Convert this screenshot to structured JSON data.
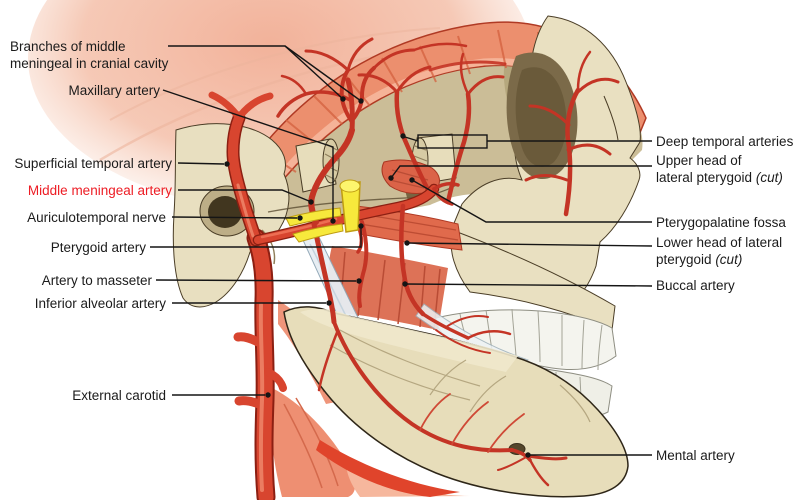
{
  "figure": {
    "type": "anatomical-diagram",
    "subject_labels_count": 15
  },
  "labels": {
    "branches_of_middle_meningeal": {
      "line1": "Branches of middle",
      "line2": "meningeal in cranial cavity"
    },
    "maxillary_artery": {
      "text": "Maxillary artery"
    },
    "superficial_temporal_artery": {
      "text": "Superficial temporal artery"
    },
    "middle_meningeal_artery": {
      "text": "Middle meningeal artery"
    },
    "auriculotemporal_nerve": {
      "text": "Auriculotemporal nerve"
    },
    "pterygoid_artery": {
      "text": "Pterygoid artery"
    },
    "artery_to_masseter": {
      "text": "Artery to masseter"
    },
    "inferior_alveolar_artery": {
      "text": "Inferior alveolar artery"
    },
    "external_carotid": {
      "text": "External carotid"
    },
    "deep_temporal_arteries": {
      "text": "Deep temporal arteries"
    },
    "upper_head_lateral_pterygoid": {
      "line1": "Upper head of",
      "line2": "lateral pterygoid",
      "cut": "(cut)"
    },
    "pterygopalatine_fossa": {
      "text": "Pterygopalatine fossa"
    },
    "lower_head_lateral_pterygoid": {
      "line1": "Lower head of lateral",
      "line2": "pterygoid",
      "cut": "(cut)"
    },
    "buccal_artery": {
      "text": "Buccal artery"
    },
    "mental_artery": {
      "text": "Mental artery"
    }
  },
  "colors": {
    "background": "#ffffff",
    "label_text": "#1b1b1b",
    "label_highlight": "#ed1c24",
    "leader_line": "#151515",
    "artery_main": "#d8452f",
    "artery_dark": "#8c1f12",
    "artery_branch": "#c43425",
    "bone": "#e9e0c1",
    "bone_outline": "#4a3d26",
    "temporalis_cut_edge": "#ec8f6e",
    "muscle_deep": "#dd7257",
    "cranial_window": "#cbbd97",
    "nerve_yellow": "#f7e93c",
    "ligament": "#e7eef3",
    "teeth": "#f4f4ee"
  }
}
